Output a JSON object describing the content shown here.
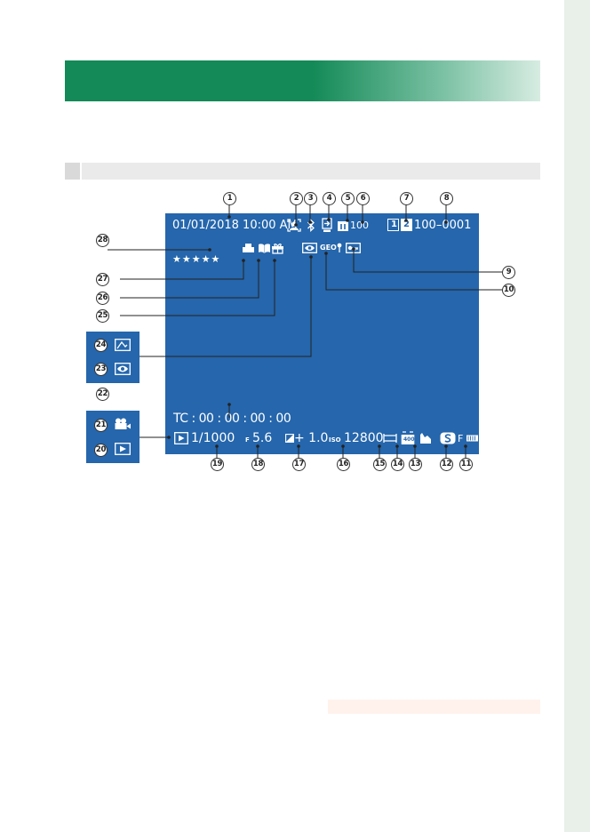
{
  "screen": {
    "datetime": "01/01/2018 10:00 AM",
    "folder_count": "100",
    "frame_number": "100–0001",
    "rating": "★★★★★",
    "timecode": "TC : 00 : 00 : 00 : 00",
    "shutter": "1/1000",
    "aperture_prefix": "F",
    "aperture": "5.6",
    "exposure_comp": "+ 1.0",
    "iso_prefix": "ISO",
    "iso": "12800",
    "quality": "F",
    "slot1": "1",
    "slot2": "2",
    "dr_label": "400",
    "geo_label": "GEO"
  },
  "callouts": [
    "1",
    "2",
    "3",
    "4",
    "5",
    "6",
    "7",
    "8",
    "9",
    "10",
    "11",
    "12",
    "13",
    "14",
    "15",
    "16",
    "17",
    "18",
    "19",
    "20",
    "21",
    "22",
    "23",
    "24",
    "25",
    "26",
    "27",
    "28"
  ],
  "colors": {
    "screen_bg": "#2566ac",
    "header_green": "#138a57",
    "sidebar": "#e9efe9"
  }
}
